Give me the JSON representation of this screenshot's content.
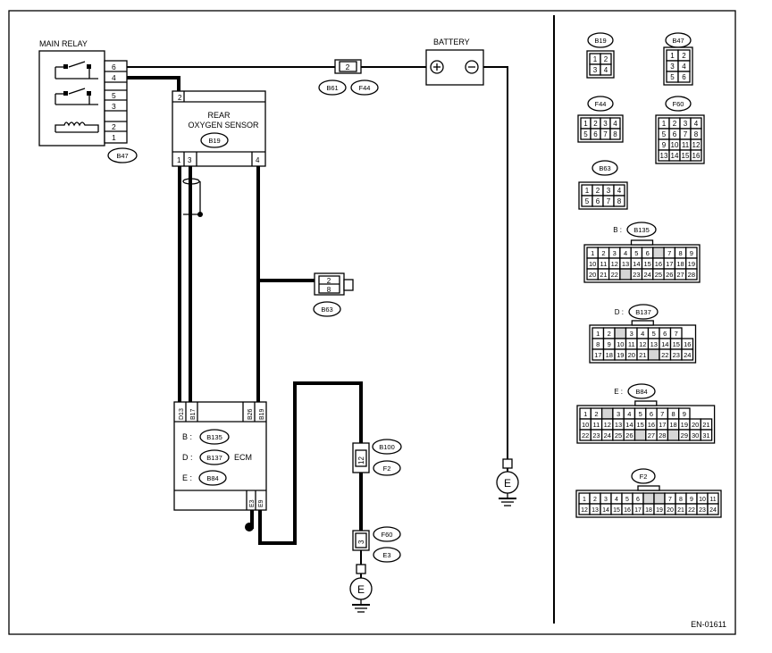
{
  "figure_id": "EN-01611",
  "components": {
    "main_relay": {
      "label": "MAIN RELAY",
      "connector": "B47",
      "pins": [
        "6",
        "4",
        "5",
        "3",
        "2",
        "1"
      ]
    },
    "battery": {
      "label": "BATTERY",
      "plus": "⊕",
      "minus": "⊖"
    },
    "fuse_connector": {
      "pin": "2",
      "left": "B61",
      "right": "F44"
    },
    "rear_o2_sensor": {
      "label_line1": "REAR",
      "label_line2": "OXYGEN SENSOR",
      "connector": "B19",
      "top_pin": "2",
      "bottom_pins": [
        "1",
        "3",
        "4"
      ]
    },
    "b63_connector": {
      "pins": [
        "2",
        "8"
      ],
      "label": "B63"
    },
    "ecm": {
      "label": "ECM",
      "rows": [
        {
          "letter": "B :",
          "conn": "B135"
        },
        {
          "letter": "D :",
          "conn": "B137"
        },
        {
          "letter": "E :",
          "conn": "B84"
        }
      ],
      "top_pins": [
        "D13",
        "B17",
        "B26",
        "B19"
      ],
      "bottom_pins": [
        "E3",
        "E9"
      ]
    },
    "ground_right": {
      "symbol": "E"
    },
    "ground_bottom": {
      "symbol": "E"
    },
    "b100_connector": {
      "pin": "12",
      "top": "B100",
      "bottom": "F2"
    },
    "f60_connector": {
      "pin": "3",
      "top": "F60",
      "bottom": "E3"
    }
  },
  "connector_views": {
    "b19": {
      "label": "B19",
      "rows": [
        [
          "1",
          "2"
        ],
        [
          "3",
          "4"
        ]
      ]
    },
    "b47": {
      "label": "B47",
      "rows": [
        [
          "1",
          "2"
        ],
        [
          "3",
          "4"
        ],
        [
          "5",
          "6"
        ]
      ]
    },
    "f44": {
      "label": "F44",
      "rows": [
        [
          "1",
          "2",
          "3",
          "4"
        ],
        [
          "5",
          "6",
          "7",
          "8"
        ]
      ]
    },
    "f60": {
      "label": "F60",
      "rows": [
        [
          "1",
          "2",
          "3",
          "4"
        ],
        [
          "5",
          "6",
          "7",
          "8"
        ],
        [
          "9",
          "10",
          "11",
          "12"
        ],
        [
          "13",
          "14",
          "15",
          "16"
        ]
      ]
    },
    "b63": {
      "label": "B63",
      "rows": [
        [
          "1",
          "2",
          "3",
          "4"
        ],
        [
          "5",
          "6",
          "7",
          "8"
        ]
      ]
    },
    "b135": {
      "prefix": "B :",
      "label": "B135",
      "rows": [
        [
          "1",
          "2",
          "3",
          "4",
          "5",
          "6",
          "",
          "7",
          "8",
          "9"
        ],
        [
          "10",
          "11",
          "12",
          "13",
          "14",
          "15",
          "16",
          "17",
          "18",
          "19"
        ],
        [
          "20",
          "21",
          "22",
          "",
          "23",
          "24",
          "25",
          "26",
          "27",
          "28"
        ]
      ]
    },
    "b137": {
      "prefix": "D :",
      "label": "B137",
      "rows": [
        [
          "1",
          "2",
          "",
          "3",
          "4",
          "5",
          "6",
          "7"
        ],
        [
          "8",
          "9",
          "10",
          "11",
          "12",
          "13",
          "14",
          "15",
          "16"
        ],
        [
          "17",
          "18",
          "19",
          "20",
          "21",
          "",
          "22",
          "23",
          "24"
        ]
      ]
    },
    "b84": {
      "prefix": "E :",
      "label": "B84",
      "rows": [
        [
          "1",
          "2",
          "",
          "3",
          "4",
          "5",
          "6",
          "7",
          "8",
          "9"
        ],
        [
          "10",
          "11",
          "12",
          "13",
          "14",
          "15",
          "16",
          "17",
          "18",
          "19",
          "20",
          "21"
        ],
        [
          "22",
          "23",
          "24",
          "25",
          "26",
          "",
          "27",
          "28",
          "",
          "29",
          "30",
          "31"
        ]
      ]
    },
    "f2": {
      "label": "F2",
      "rows": [
        [
          "1",
          "2",
          "3",
          "4",
          "5",
          "6",
          "",
          "",
          "7",
          "8",
          "9",
          "10",
          "11"
        ],
        [
          "12",
          "13",
          "14",
          "15",
          "16",
          "17",
          "18",
          "19",
          "20",
          "21",
          "22",
          "23",
          "24"
        ]
      ]
    }
  }
}
